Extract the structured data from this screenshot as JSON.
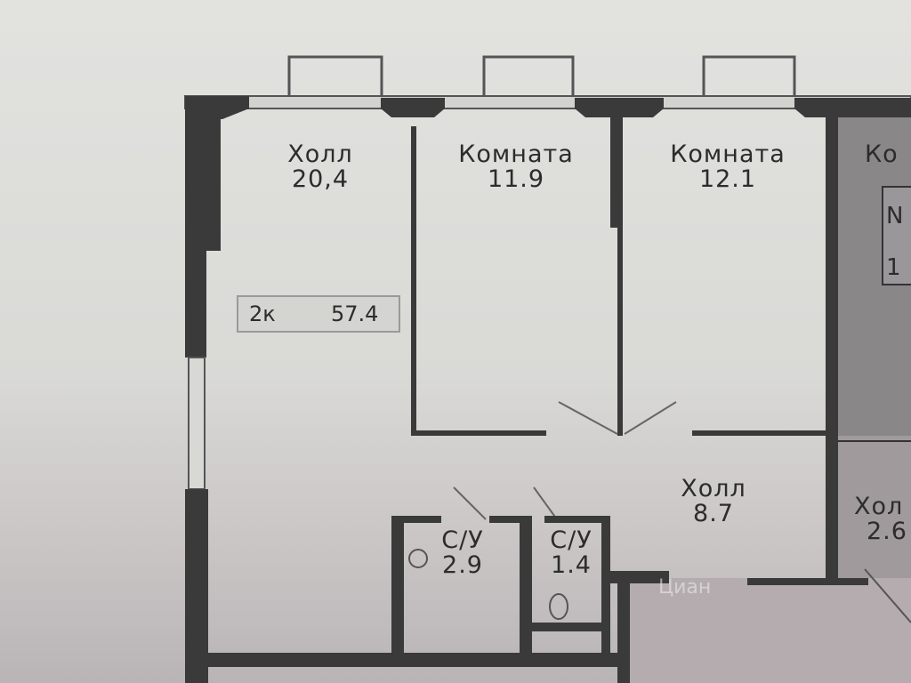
{
  "rooms": [
    {
      "key": "hall_main",
      "name": "Холл",
      "area": "20,4"
    },
    {
      "key": "room_1",
      "name": "Комната",
      "area": "11.9"
    },
    {
      "key": "room_2",
      "name": "Комната",
      "area": "12.1"
    },
    {
      "key": "room_3_partial",
      "name": "Ко",
      "area": ""
    },
    {
      "key": "hall_small",
      "name": "Холл",
      "area": "8.7"
    },
    {
      "key": "hall_partial",
      "name": "Хол",
      "area": "2.6"
    },
    {
      "key": "bath_1",
      "name": "С/У",
      "area": "2.9"
    },
    {
      "key": "bath_2",
      "name": "С/У",
      "area": "1.4"
    }
  ],
  "apartment": {
    "rooms_code": "2к",
    "area": "57.4"
  },
  "neighbor_labels": [
    "N",
    "1"
  ],
  "watermark": "Циан",
  "colors": {
    "wall": "#3a3a3a",
    "wall_light": "#6a6a6a",
    "paper": "#dcdcd8"
  }
}
